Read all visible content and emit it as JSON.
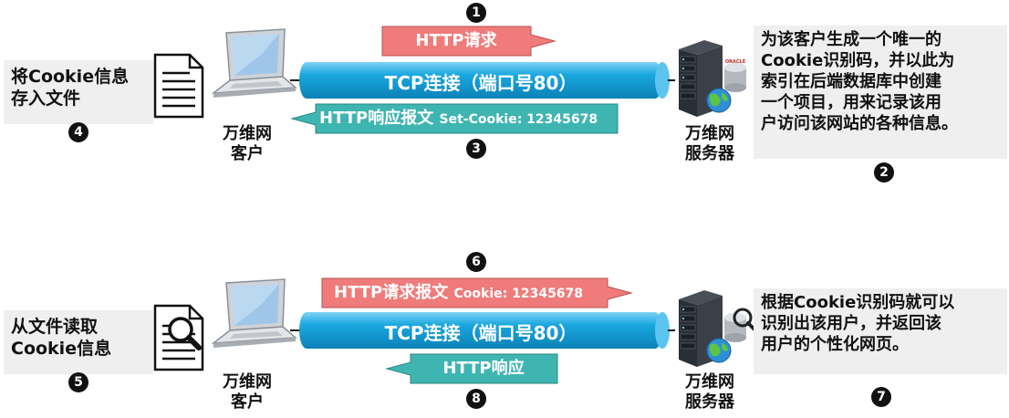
{
  "colors": {
    "tcp_pipe": "#19a7e0",
    "request_arrow": "#ef7b7b",
    "response_arrow": "#3fb5b1",
    "note_bg": "#efefef"
  },
  "top": {
    "request_label": "HTTP请求",
    "tcp_label": "TCP连接（端口号80）",
    "response_label_main": "HTTP响应报文",
    "response_label_cookie": "Set-Cookie: 12345678",
    "client_label_line1": "万维网",
    "client_label_line2": "客户",
    "server_label_line1": "万维网",
    "server_label_line2": "服务器",
    "left_note_line1": "将Cookie信息",
    "left_note_line2": "存入文件",
    "right_note_lines": [
      "为该客户生成一个唯一的",
      "Cookie识别码，并以此为",
      "索引在后端数据库中创建",
      "一个项目，用来记录该用",
      "户访问该网站的各种信息。"
    ],
    "steps": {
      "s1": "1",
      "s2": "2",
      "s3": "3",
      "s4": "4"
    }
  },
  "bottom": {
    "request_label_main": "HTTP请求报文",
    "request_label_cookie": "Cookie: 12345678",
    "tcp_label": "TCP连接（端口号80）",
    "response_label": "HTTP响应",
    "client_label_line1": "万维网",
    "client_label_line2": "客户",
    "server_label_line1": "万维网",
    "server_label_line2": "服务器",
    "left_note_line1": "从文件读取",
    "left_note_line2": "Cookie信息",
    "right_note_lines": [
      "根据Cookie识别码就可以",
      "识别出该用户，并返回该",
      "用户的个性化网页。"
    ],
    "steps": {
      "s5": "5",
      "s6": "6",
      "s7": "7",
      "s8": "8"
    }
  },
  "icons": {
    "document": "document-icon",
    "document_search": "document-magnifier-icon",
    "laptop": "laptop-icon",
    "server": "server-icon",
    "database": "database-icon",
    "globe": "globe-icon"
  },
  "server_brand": "ORACLE"
}
